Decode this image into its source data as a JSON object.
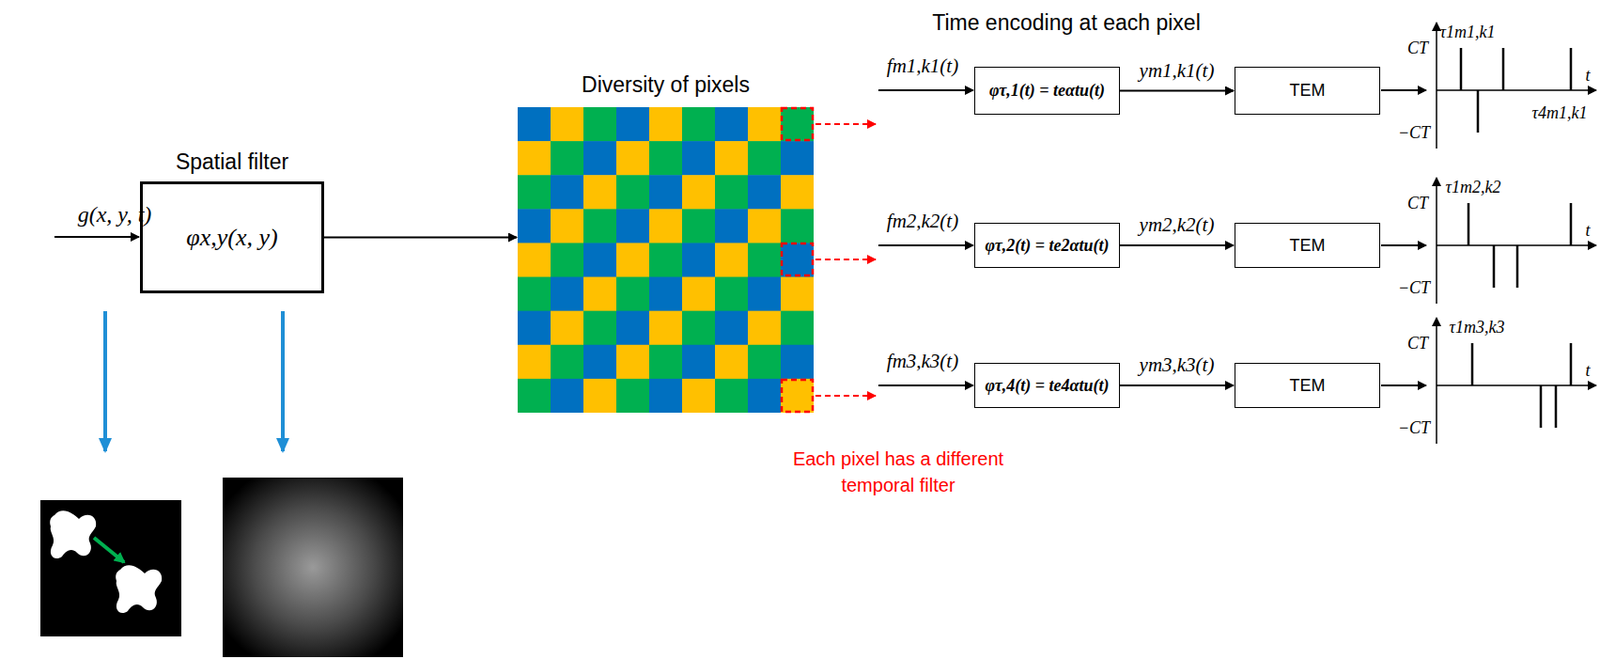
{
  "diagram": {
    "nodes": [
      {
        "text": [
          "Spatial filter",
          "φx,y(x, y)"
        ]
      },
      {
        "text": [
          "Diversity of pixels"
        ]
      },
      {
        "text": [
          "φτ,1(t) = teαtu(t)"
        ]
      },
      {
        "text": [
          "TEM"
        ]
      },
      {
        "text": [
          "φτ,2(t) = te2αtu(t)"
        ]
      },
      {
        "text": [
          "TEM"
        ]
      },
      {
        "text": [
          "φτ,4(t) = te4αtu(t)"
        ]
      },
      {
        "text": [
          "TEM"
        ]
      }
    ],
    "edges": [
      {
        "from": 0,
        "to": 1,
        "arrow": "to"
      },
      {
        "from": 2,
        "to": 3,
        "label": "ym1,k1(t)",
        "arrow": "to"
      },
      {
        "from": 4,
        "to": 5,
        "label": "ym2,k2(t)",
        "arrow": "to"
      },
      {
        "from": 6,
        "to": 7,
        "label": "ym3,k3(t)",
        "arrow": "to"
      }
    ],
    "labels": [
      "Time encoding at each pixel",
      "g(x, y, t)",
      "fm1,k1(t)",
      "fm2,k2(t)",
      "fm3,k3(t)",
      "CT",
      "−CT",
      "τ1m1,k1",
      "τ4m1,k1",
      "t",
      "CT",
      "−CT",
      "τ1m2,k2",
      "t",
      "CT",
      "−CT",
      "τ1m3,k3",
      "t",
      "Each pixel has a different temporal filter"
    ]
  }
}
